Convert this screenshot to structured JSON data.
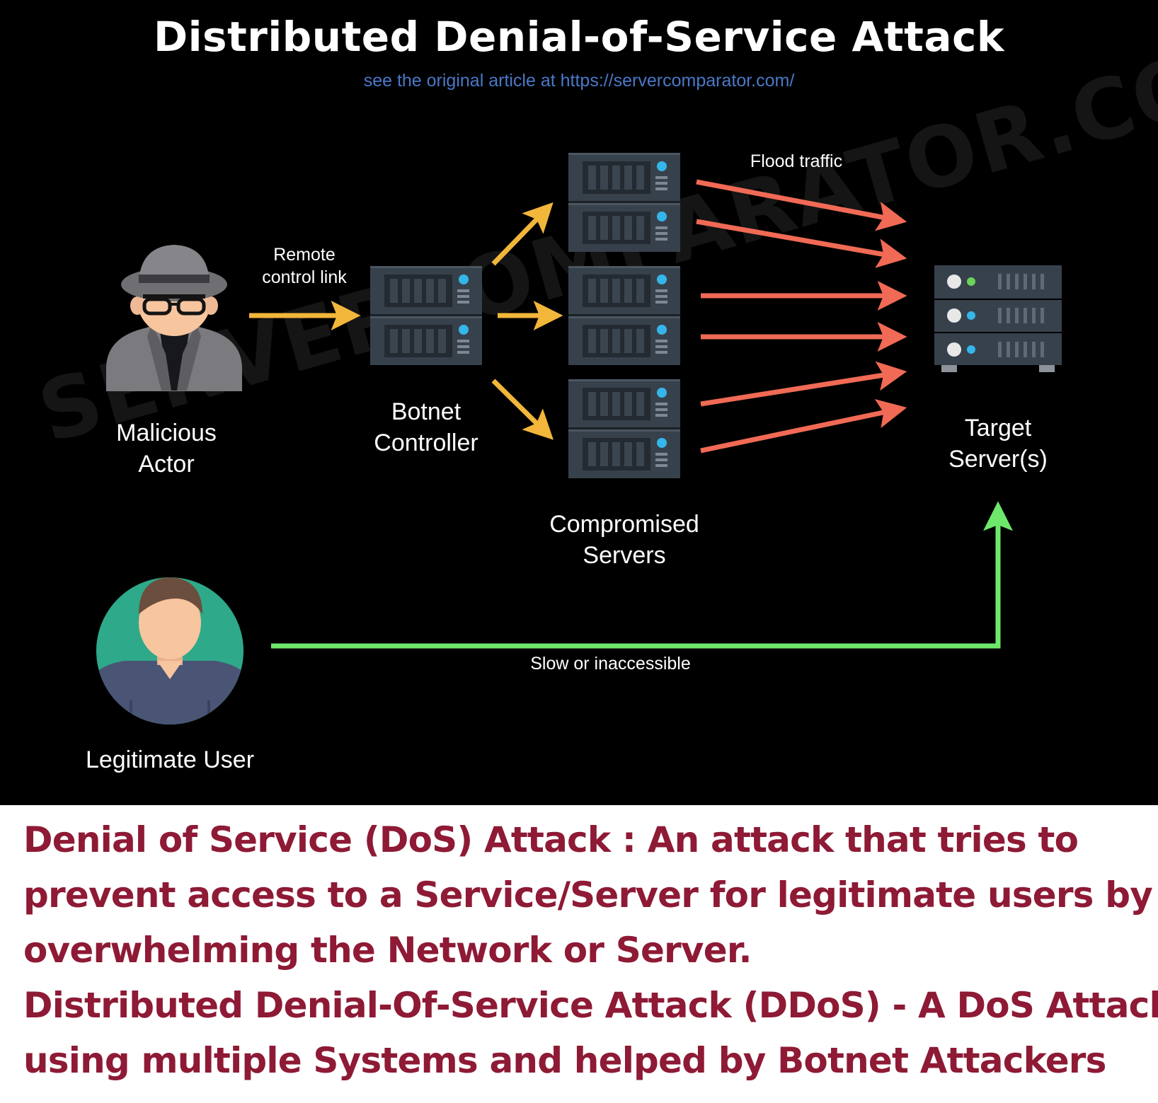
{
  "title": "Distributed Denial-of-Service Attack",
  "subtitle": "see the original article at https://servercomparator.com/",
  "watermark": "SERVERCOMPARATOR.COM",
  "nodes": {
    "malicious_actor": [
      "Malicious",
      "Actor"
    ],
    "botnet_controller": [
      "Botnet",
      "Controller"
    ],
    "compromised_servers": [
      "Compromised",
      "Servers"
    ],
    "target_servers": [
      "Target",
      "Server(s)"
    ],
    "legitimate_user": "Legitimate User"
  },
  "edges": {
    "remote_control_link": [
      "Remote",
      "control link"
    ],
    "flood_traffic": "Flood traffic",
    "slow_or_inaccessible": "Slow or inaccessible"
  },
  "definition_lines": [
    "Denial of Service (DoS) Attack : An attack that tries to",
    "prevent access to a Service/Server for legitimate users by",
    "overwhelming the Network or Server.",
    "Distributed Denial-Of-Service Attack (DDoS) - A DoS Attack",
    "using multiple Systems and helped by Botnet Attackers"
  ],
  "colors": {
    "background": "#000000",
    "subtitle": "#4a78c8",
    "control_arrow": "#f2b63a",
    "flood_arrow": "#f06a55",
    "legit_arrow": "#6ee86a",
    "server_body": "#37414c",
    "definition_text": "#8e1a35"
  },
  "icons": {
    "malicious_actor": "spy-person-icon",
    "botnet_controller": "server-rack-icon",
    "compromised_servers": "server-rack-icon",
    "target_servers": "target-server-icon",
    "legitimate_user": "user-avatar-icon"
  }
}
